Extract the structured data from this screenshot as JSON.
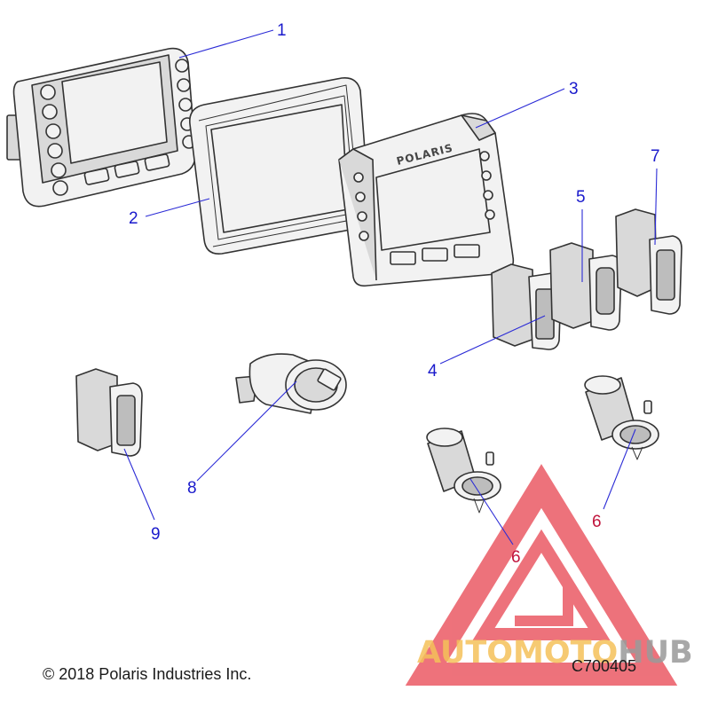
{
  "callouts": [
    {
      "id": "1",
      "label": "1"
    },
    {
      "id": "2",
      "label": "2"
    },
    {
      "id": "3",
      "label": "3"
    },
    {
      "id": "4",
      "label": "4"
    },
    {
      "id": "5",
      "label": "5"
    },
    {
      "id": "6a",
      "label": "6"
    },
    {
      "id": "6b",
      "label": "6"
    },
    {
      "id": "7",
      "label": "7"
    },
    {
      "id": "8",
      "label": "8"
    },
    {
      "id": "9",
      "label": "9"
    }
  ],
  "bezel_brand": "POLARIS",
  "copyright": "© 2018 Polaris Industries Inc.",
  "diagram_code": "C700405",
  "watermark": {
    "part1": "AUTOMOTO",
    "part2": "HUB",
    "color1": "#f5c15a",
    "color2": "#9a9a9a",
    "logo_color": "#e8434f"
  },
  "colors": {
    "leader": "#2b2bd6",
    "callout_text": "#1a1acc",
    "callout_text_alt": "#c0143c"
  }
}
